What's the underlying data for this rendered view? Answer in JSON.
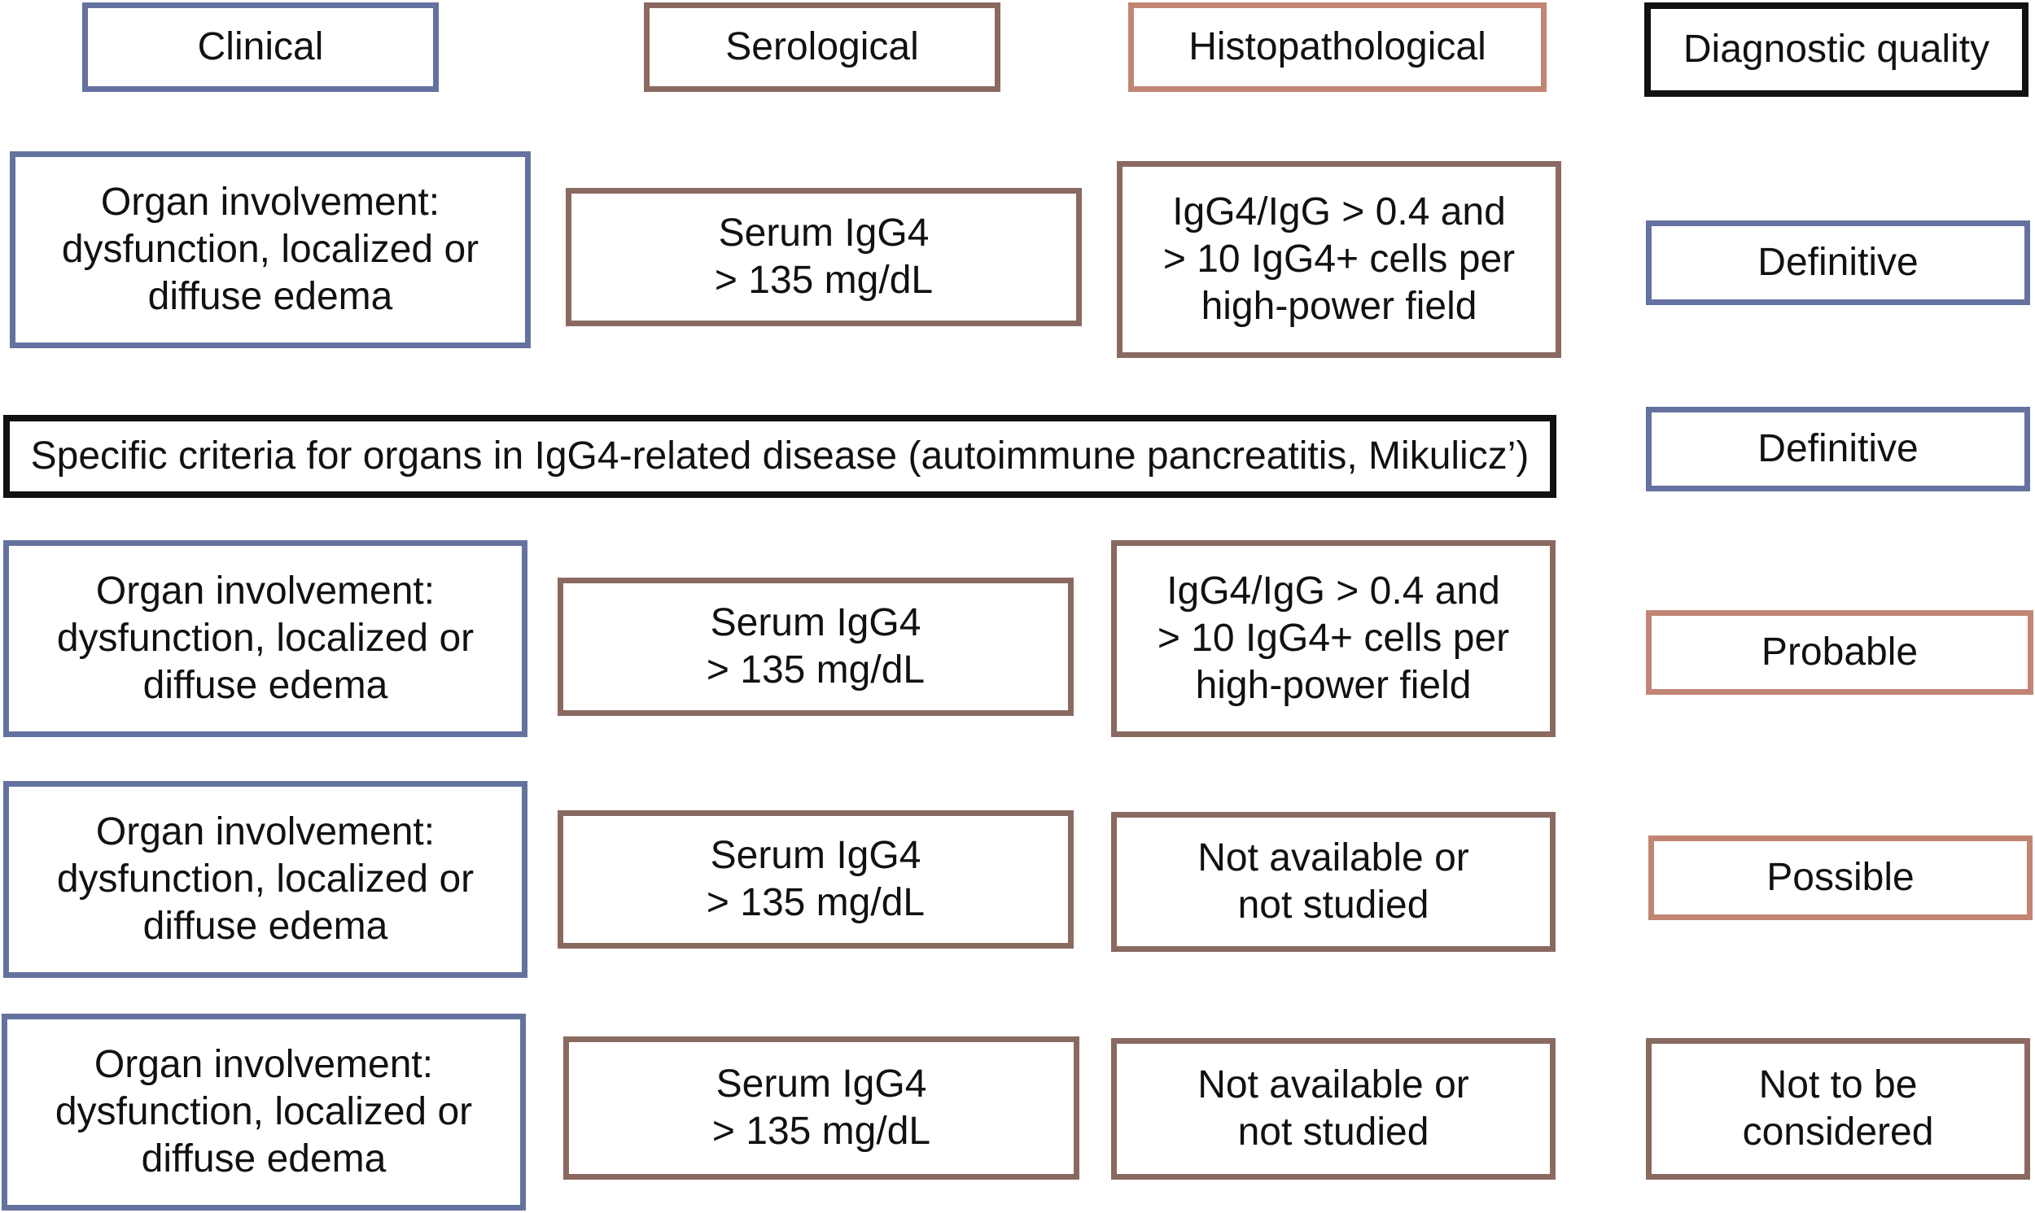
{
  "colors": {
    "clinical": "#6572a0",
    "serological": "#8a6a60",
    "histopathological": "#c28573",
    "quality": "#111111"
  },
  "headers": {
    "clinical": "Clinical",
    "serological": "Serological",
    "histopathological": "Histopathological",
    "quality": "Diagnostic quality"
  },
  "row1": {
    "clinical": [
      "Organ involvement:",
      "dysfunction, localized or",
      "diffuse edema"
    ],
    "serological": [
      "Serum IgG4",
      "> 135 mg/dL"
    ],
    "histopathological": [
      "IgG4/IgG > 0.4 and",
      "> 10 IgG4+ cells per",
      "high-power field"
    ],
    "quality": "Definitive"
  },
  "row2": {
    "specific": "Specific criteria for organs in IgG4-related disease (autoimmune pancreatitis, Mikulicz’)",
    "quality": "Definitive"
  },
  "row3": {
    "clinical": [
      "Organ involvement:",
      "dysfunction, localized or",
      "diffuse edema"
    ],
    "serological": [
      "Serum IgG4",
      "> 135 mg/dL"
    ],
    "histopathological": [
      "IgG4/IgG > 0.4 and",
      "> 10 IgG4+ cells per",
      "high-power field"
    ],
    "quality": "Probable"
  },
  "row4": {
    "clinical": [
      "Organ involvement:",
      "dysfunction, localized or",
      "diffuse edema"
    ],
    "serological": [
      "Serum IgG4",
      "> 135 mg/dL"
    ],
    "histopathological": [
      "Not available or",
      "not studied"
    ],
    "quality": "Possible"
  },
  "row5": {
    "clinical": [
      "Organ involvement:",
      "dysfunction, localized or",
      "diffuse edema"
    ],
    "serological": [
      "Serum IgG4",
      "> 135 mg/dL"
    ],
    "histopathological": [
      "Not available or",
      "not studied"
    ],
    "quality": [
      "Not to be",
      "considered"
    ]
  }
}
